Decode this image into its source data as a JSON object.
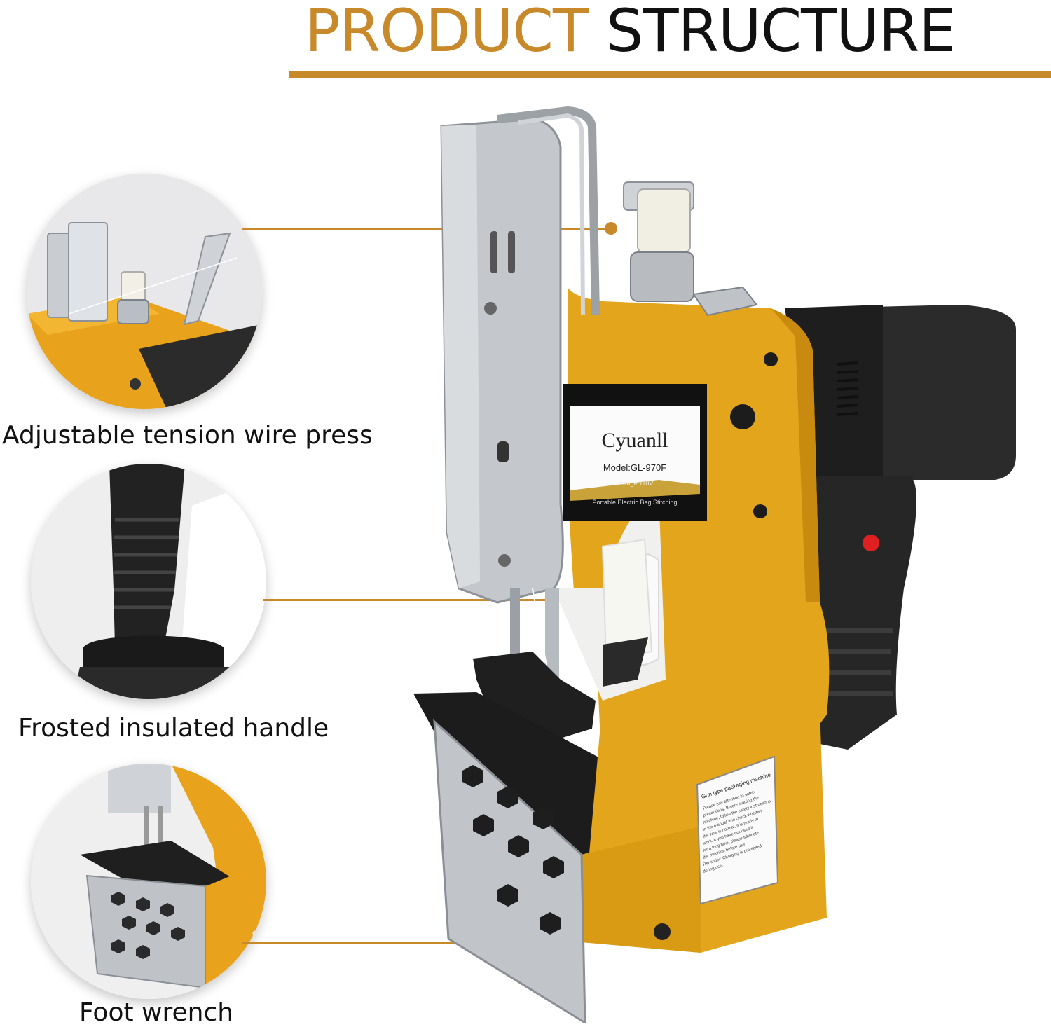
{
  "header": {
    "title_word1": "PRODUCT",
    "title_word2": "STRUCTURE",
    "accent_color": "#c8892a"
  },
  "features": [
    {
      "label": "Adjustable tension wire press"
    },
    {
      "label": "Frosted insulated handle"
    },
    {
      "label": "Foot wrench"
    }
  ],
  "machine_label": {
    "brand": "Cyuanll",
    "model": "Model:GL-970F",
    "voltage": "Voltage:110V",
    "description": "Portable Electric Bag Stitching"
  },
  "side_plate": {
    "heading": "Gun type packaging machine",
    "lines": [
      "Please pay attention to safety",
      "precautions. Before starting the",
      "machine, follow the safety instructions",
      "in the manual and check whether",
      "the wire is normal, it is ready to",
      "work. If you have not used it",
      "for a long time, please lubricate",
      "the machine before use.",
      "Reminder: Charging is prohibited",
      "during use."
    ]
  }
}
